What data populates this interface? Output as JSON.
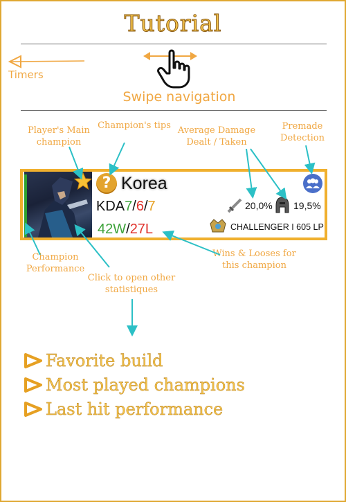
{
  "header": {
    "title": "Tutorial"
  },
  "timers": {
    "label": "Timers"
  },
  "swipe": {
    "label": "Swipe navigation"
  },
  "annotations": {
    "main_champion": "Player's Main champion",
    "champion_tips": "Champion's tips",
    "avg_damage": "Average Damage Dealt / Taken",
    "premade": "Premade Detection",
    "champion_performance": "Champion Performance",
    "click_stats": "Click to open other statistiques",
    "wins_looses": "Wins & Looses for this champion"
  },
  "card": {
    "region": "Korea",
    "kda_label": "KDA",
    "kills": "7",
    "deaths": "6",
    "assists": "7",
    "sep": "/",
    "wins": "42W",
    "losses": "27L",
    "damage_dealt": "20,0%",
    "damage_taken": "19,5%",
    "rank": "CHALLENGER I 605 LP"
  },
  "features": [
    {
      "label": "Favorite build"
    },
    {
      "label": "Most played champions"
    },
    {
      "label": "Last hit performance"
    }
  ],
  "colors": {
    "accent": "#f0a742",
    "cyan": "#2cc0c6",
    "kills": "#3da23a",
    "deaths": "#e0322c",
    "assists": "#e6a022",
    "premade": "#4a6fc9"
  },
  "icons": {
    "swipe": "hand-swipe-icon",
    "tips": "question-icon",
    "favorite": "star-icon",
    "premade": "group-icon",
    "dealt": "sword-icon",
    "taken": "helmet-icon",
    "rank": "challenger-emblem-icon",
    "bullet": "triangle-bullet-icon"
  }
}
